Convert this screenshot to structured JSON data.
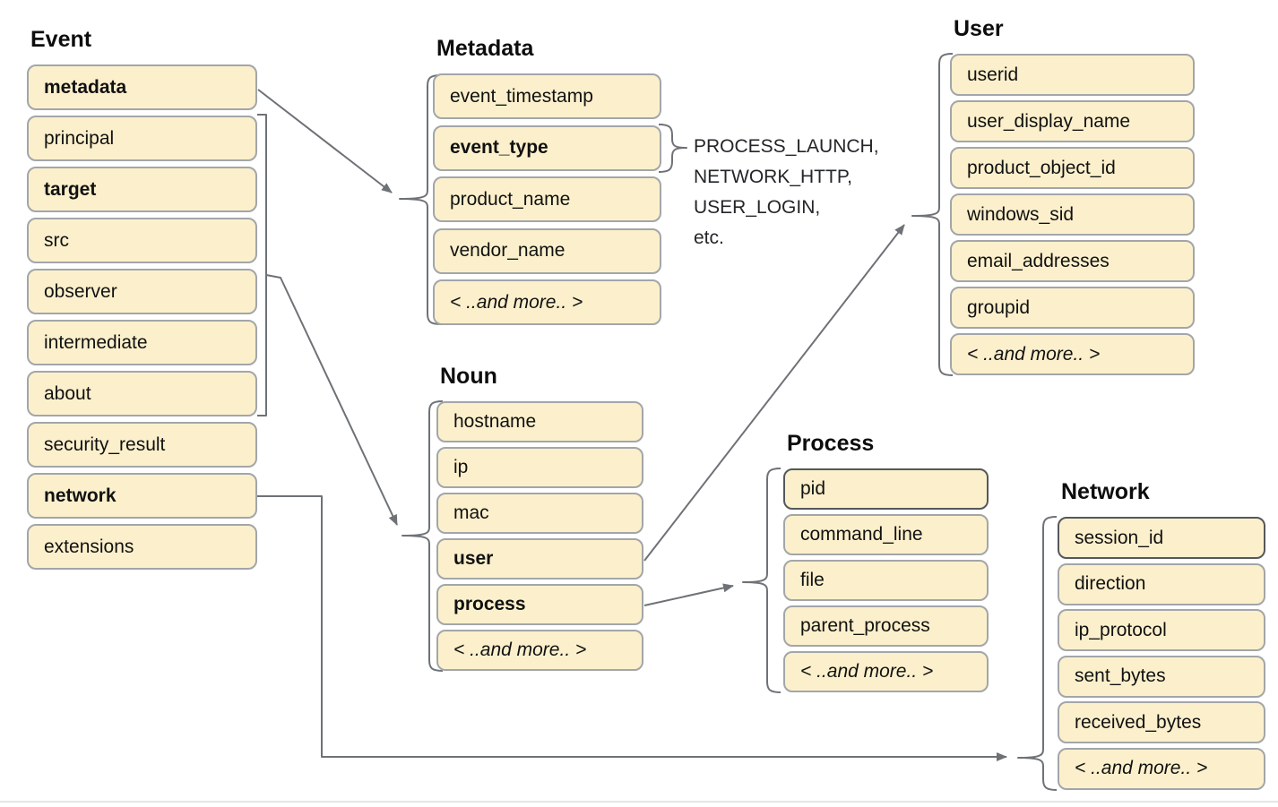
{
  "colors": {
    "box_fill": "#fcf0cc",
    "box_border": "#a2a6a9",
    "box_border_dark": "#54585b",
    "line": "#6e7276",
    "text": "#111111",
    "title": "#0d0d0d",
    "enum_text": "#232528",
    "divider": "#e5e5e5"
  },
  "groups": [
    {
      "id": "event",
      "title": "Event",
      "items": [
        {
          "label": "metadata",
          "bold": true
        },
        {
          "label": "principal"
        },
        {
          "label": "target",
          "bold": true
        },
        {
          "label": "src"
        },
        {
          "label": "observer"
        },
        {
          "label": "intermediate"
        },
        {
          "label": "about"
        },
        {
          "label": "security_result"
        },
        {
          "label": "network",
          "bold": true
        },
        {
          "label": "extensions"
        }
      ]
    },
    {
      "id": "metadata",
      "title": "Metadata",
      "items": [
        {
          "label": "event_timestamp"
        },
        {
          "label": "event_type",
          "bold": true
        },
        {
          "label": "product_name"
        },
        {
          "label": "vendor_name"
        },
        {
          "label": "< ..and more.. >",
          "italic": true
        }
      ]
    },
    {
      "id": "user",
      "title": "User",
      "items": [
        {
          "label": "userid"
        },
        {
          "label": "user_display_name"
        },
        {
          "label": "product_object_id"
        },
        {
          "label": "windows_sid"
        },
        {
          "label": "email_addresses"
        },
        {
          "label": "groupid"
        },
        {
          "label": "< ..and more.. >",
          "italic": true
        }
      ]
    },
    {
      "id": "noun",
      "title": "Noun",
      "items": [
        {
          "label": "hostname"
        },
        {
          "label": "ip"
        },
        {
          "label": "mac"
        },
        {
          "label": "user",
          "bold": true
        },
        {
          "label": "process",
          "bold": true
        },
        {
          "label": "< ..and more.. >",
          "italic": true
        }
      ]
    },
    {
      "id": "process",
      "title": "Process",
      "items": [
        {
          "label": "pid",
          "dark_border": true
        },
        {
          "label": "command_line"
        },
        {
          "label": "file"
        },
        {
          "label": "parent_process"
        },
        {
          "label": "< ..and more.. >",
          "italic": true
        }
      ]
    },
    {
      "id": "network",
      "title": "Network",
      "items": [
        {
          "label": "session_id",
          "dark_border": true
        },
        {
          "label": "direction"
        },
        {
          "label": "ip_protocol"
        },
        {
          "label": "sent_bytes"
        },
        {
          "label": "received_bytes"
        },
        {
          "label": "< ..and more.. >",
          "italic": true
        }
      ]
    }
  ],
  "event_type_values": {
    "lines": [
      "PROCESS_LAUNCH,",
      "NETWORK_HTTP,",
      "USER_LOGIN,",
      "etc."
    ]
  },
  "connections": [
    {
      "from": "Event.metadata",
      "to": "Metadata"
    },
    {
      "from": "Event.principal..about",
      "to": "Noun"
    },
    {
      "from": "Noun.user",
      "to": "User"
    },
    {
      "from": "Noun.process",
      "to": "Process"
    },
    {
      "from": "Event.network",
      "to": "Network"
    },
    {
      "from": "Metadata.event_type",
      "to": "event_type_values"
    }
  ]
}
